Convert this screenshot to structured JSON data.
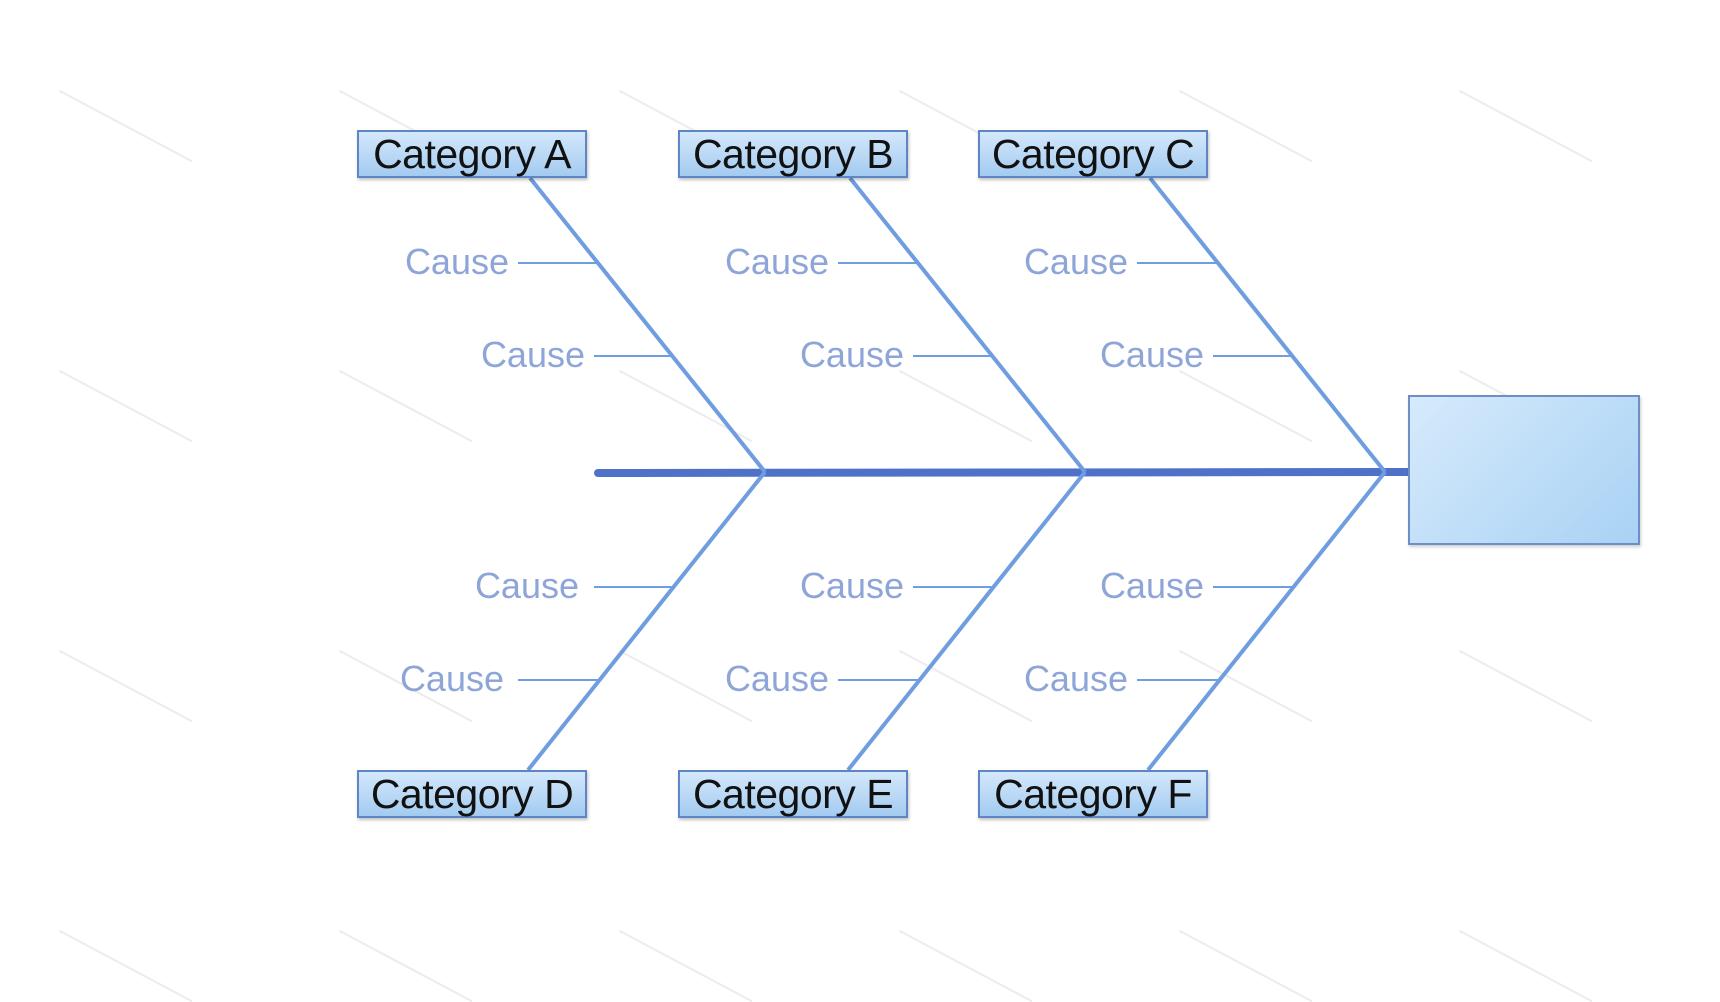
{
  "diagram": {
    "categories": [
      {
        "id": "a",
        "label": "Category A"
      },
      {
        "id": "b",
        "label": "Category B"
      },
      {
        "id": "c",
        "label": "Category C"
      },
      {
        "id": "d",
        "label": "Category D"
      },
      {
        "id": "e",
        "label": "Category E"
      },
      {
        "id": "f",
        "label": "Category F"
      }
    ],
    "causes": {
      "a": [
        "Cause",
        "Cause"
      ],
      "b": [
        "Cause",
        "Cause"
      ],
      "c": [
        "Cause",
        "Cause"
      ],
      "d": [
        "Cause",
        "Cause"
      ],
      "e": [
        "Cause",
        "Cause"
      ],
      "f": [
        "Cause",
        "Cause"
      ]
    },
    "effect": {
      "label": ""
    }
  },
  "colors": {
    "spine": "#4f72c8",
    "bone": "#6e9de0",
    "cause_text": "#8ea5d8",
    "box_border": "#5f86c4",
    "effect_fill": "#bcdcf7"
  }
}
